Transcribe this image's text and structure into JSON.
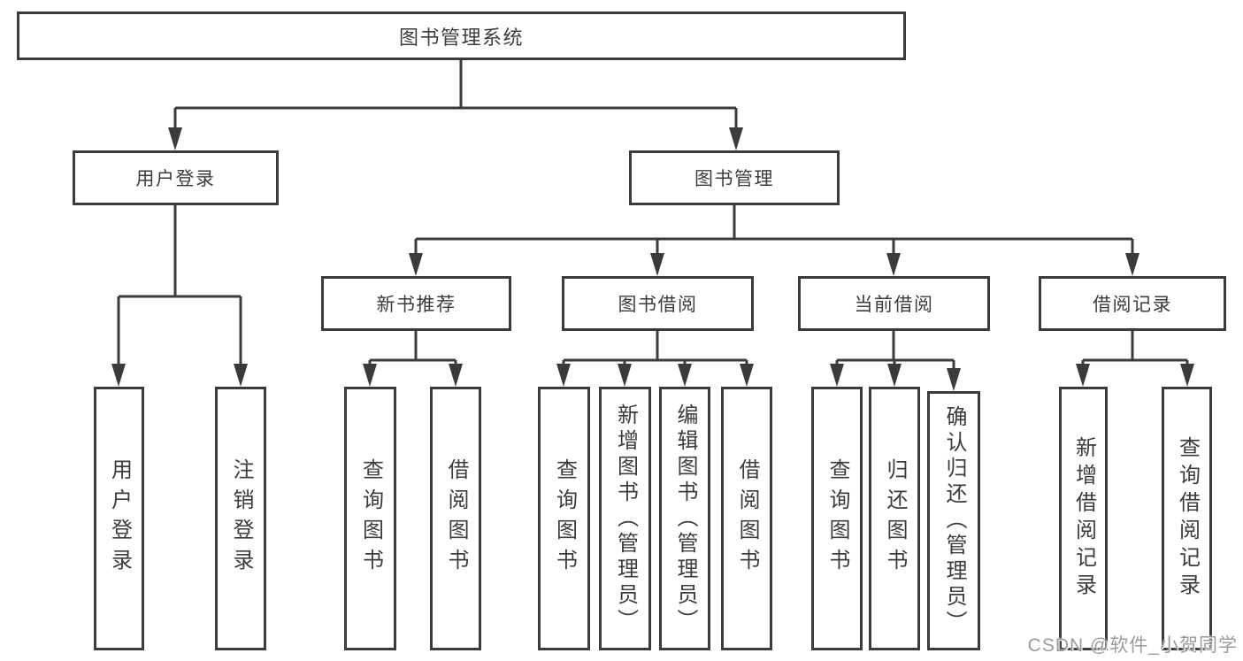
{
  "diagram": {
    "root": "图书管理系统",
    "level2": [
      {
        "label": "用户登录"
      },
      {
        "label": "图书管理"
      }
    ],
    "level3": [
      {
        "label": "新书推荐"
      },
      {
        "label": "图书借阅"
      },
      {
        "label": "当前借阅"
      },
      {
        "label": "借阅记录"
      }
    ],
    "leaves": {
      "user_login": [
        "用户登录",
        "注销登录"
      ],
      "new_book": [
        "查询图书",
        "借阅图书"
      ],
      "book_borrow": [
        "查询图书",
        "新增图书（管理员）",
        "编辑图书（管理员）",
        "借阅图书"
      ],
      "current_borrow": [
        "查询图书",
        "归还图书",
        "确认归还（管理员）"
      ],
      "borrow_records": [
        "新增借阅记录",
        "查询借阅记录"
      ]
    }
  },
  "colors": {
    "line": "#3b3b3d",
    "text": "#3c3c40",
    "watermark": "#96969a"
  },
  "watermark": "CSDN @软件_小贺同学"
}
